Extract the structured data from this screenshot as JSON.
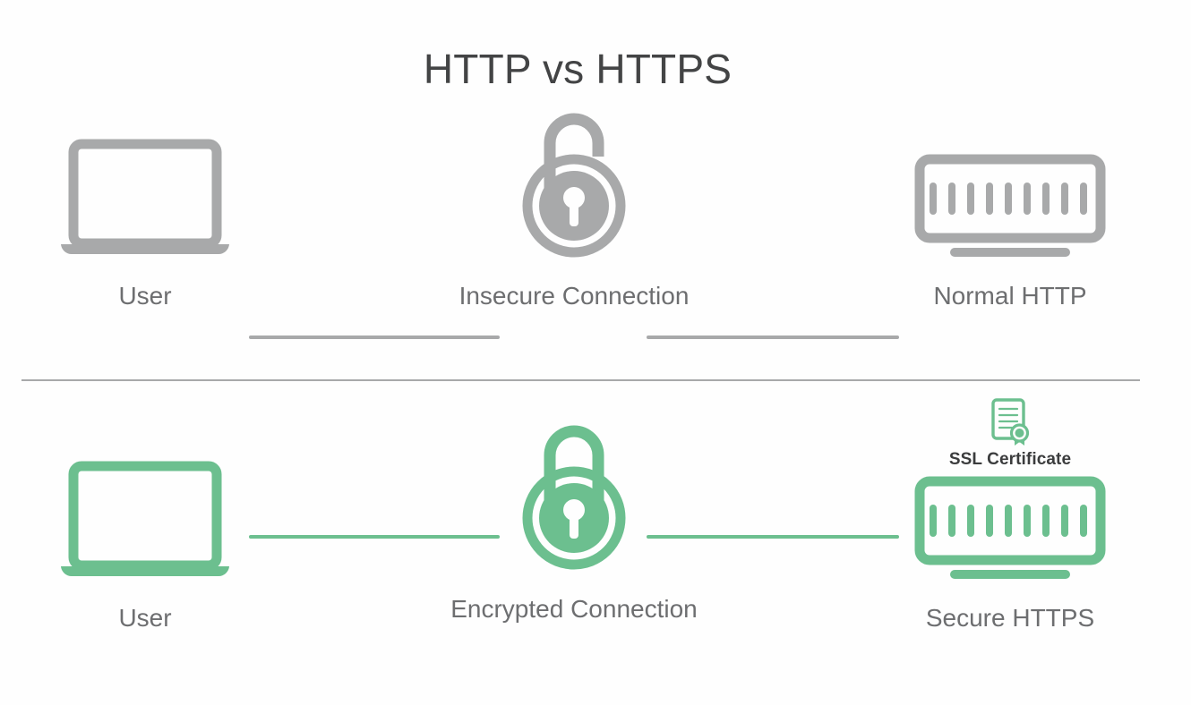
{
  "page": {
    "title": "HTTP vs HTTPS",
    "background_color": "#fefefe"
  },
  "colors": {
    "title_text": "#434445",
    "caption_text": "#6d6e70",
    "insecure_gray": "#a8a9aa",
    "secure_green": "#6cbf8f",
    "ssl_label_text": "#3b3c3d",
    "divider": "#a8a9aa"
  },
  "rows": [
    {
      "id": "http",
      "accent_color": "#a8a9aa",
      "user": {
        "icon": "laptop-icon",
        "caption": "User"
      },
      "connection": {
        "icon": "open-padlock-icon",
        "state": "unlocked",
        "caption": "Insecure Connection"
      },
      "server": {
        "icon": "server-icon",
        "bar_count": 9,
        "caption": "Normal HTTP",
        "has_ssl_certificate": false
      }
    },
    {
      "id": "https",
      "accent_color": "#6cbf8f",
      "user": {
        "icon": "laptop-icon",
        "caption": "User"
      },
      "connection": {
        "icon": "closed-padlock-icon",
        "state": "locked",
        "caption": "Encrypted Connection"
      },
      "server": {
        "icon": "server-icon",
        "bar_count": 9,
        "caption": "Secure HTTPS",
        "has_ssl_certificate": true,
        "ssl_certificate": {
          "icon": "certificate-document-icon",
          "label": "SSL Certificate"
        }
      }
    }
  ]
}
